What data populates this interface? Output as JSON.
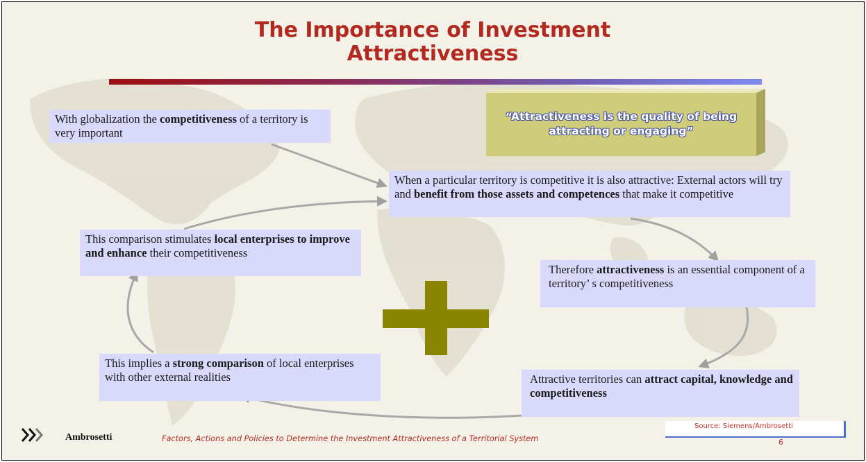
{
  "slide": {
    "title": "The Importance of Investment Attractiveness",
    "quote": "“Attractiveness is the quality of being attracting or engaging”",
    "boxes": {
      "globalization": {
        "t1": "With globalization the ",
        "b1": "competitiveness",
        "t2": " of a territory is very important"
      },
      "competitive": {
        "t1": "When a particular territory is competitive it is also attractive:  External actors will try and ",
        "b1": "benefit from those assets and competences",
        "t2": " that make it competitive"
      },
      "therefore": {
        "t1": "Therefore ",
        "b1": "attractiveness",
        "t2": " is an essential component of a territory’ s competitiveness"
      },
      "attract": {
        "t1": "Attractive territories can ",
        "b1": "attract capital, knowledge and competitiveness"
      },
      "implies": {
        "t1": "This implies a ",
        "b1": "strong comparison",
        "t2": " of local enterprises with other external realities"
      },
      "stimulates": {
        "t1": "This comparison stimulates ",
        "b1": "local enterprises to improve and enhance",
        "t2": " their competitiveness"
      }
    },
    "plus_icon": "plus-icon",
    "colors": {
      "title": "#b22a1f",
      "box": "#d9d9fb",
      "quote_box": "#cfcc7a",
      "plus": "#8a8500",
      "arrow": "#a0a0a0"
    }
  },
  "footer": {
    "logo_text": "Ambrosetti",
    "caption": "Factors, Actions and Policies to Determine the Investment Attractiveness of a Territorial System",
    "source": "Source: Siemens/Ambrosetti",
    "page_number": "6"
  }
}
